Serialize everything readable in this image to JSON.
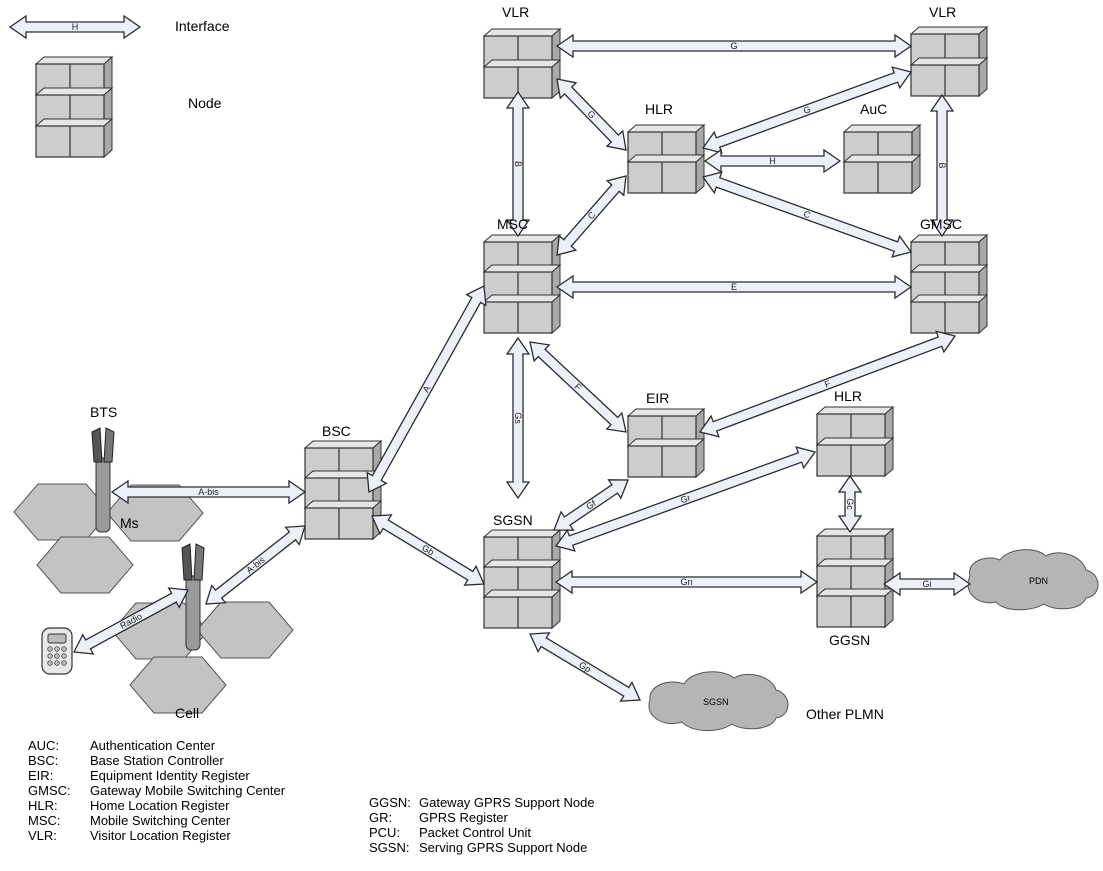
{
  "key": {
    "interface_label": "Interface",
    "interface_arrow_label": "H",
    "node_label": "Node"
  },
  "nodes": {
    "vlr_left": "VLR",
    "vlr_right": "VLR",
    "hlr_top": "HLR",
    "auc": "AuC",
    "msc": "MSC",
    "gmsc": "GMSC",
    "bsc": "BSC",
    "bts": "BTS",
    "eir": "EIR",
    "hlr_gprs": "HLR",
    "sgsn": "SGSN",
    "ggsn": "GGSN",
    "ms": "Ms",
    "cell": "Cell",
    "other_plmn": "Other PLMN",
    "cloud_sgsn": "SGSN",
    "cloud_pdn": "PDN"
  },
  "interfaces": {
    "vlr_vlr": "G",
    "vlr_hlr": "G",
    "hlr_vlr": "G",
    "vlr_msc": "B",
    "vlr_gmsc": "B",
    "hlr_auc": "H",
    "msc_hlr": "C",
    "hlr_gmsc": "C",
    "msc_gmsc": "E",
    "msc_eir": "F",
    "gmsc_eir": "F",
    "msc_sgsn": "Gs",
    "bsc_msc": "A",
    "bts_bsc": "A-bis",
    "cell_bsc": "A-bis",
    "radio": "Radio",
    "bsc_sgsn": "Gb",
    "sgsn_eir": "Gf",
    "sgsn_hlr": "Gr",
    "hlr_ggsn": "Gc",
    "sgsn_ggsn": "Gn",
    "ggsn_pdn": "Gi",
    "sgsn_other": "Gp"
  },
  "legend_left": [
    {
      "abbr": "AUC:",
      "desc": "Authentication Center"
    },
    {
      "abbr": "BSC:",
      "desc": "Base Station Controller"
    },
    {
      "abbr": "EIR:",
      "desc": "Equipment Identity Register"
    },
    {
      "abbr": "GMSC:",
      "desc": "Gateway Mobile Switching Center"
    },
    {
      "abbr": "HLR:",
      "desc": "Home Location Register"
    },
    {
      "abbr": "MSC:",
      "desc": "Mobile Switching Center"
    },
    {
      "abbr": "VLR:",
      "desc": "Visitor Location Register"
    }
  ],
  "legend_right": [
    {
      "abbr": "GGSN:",
      "desc": "Gateway GPRS Support Node"
    },
    {
      "abbr": "GR:",
      "desc": "GPRS Register"
    },
    {
      "abbr": "PCU:",
      "desc": "Packet Control Unit"
    },
    {
      "abbr": "SGSN:",
      "desc": "Serving GPRS Support Node"
    }
  ],
  "colors": {
    "node_fill": "#cdcdcd",
    "node_side": "#a9a9a9",
    "node_top": "#e6e6e6",
    "arrow_fill": "#eef0f8",
    "arrow_stroke": "#2b2b33",
    "cell_fill": "#c3c3c3",
    "cloud_fill": "#b5b5b5"
  }
}
